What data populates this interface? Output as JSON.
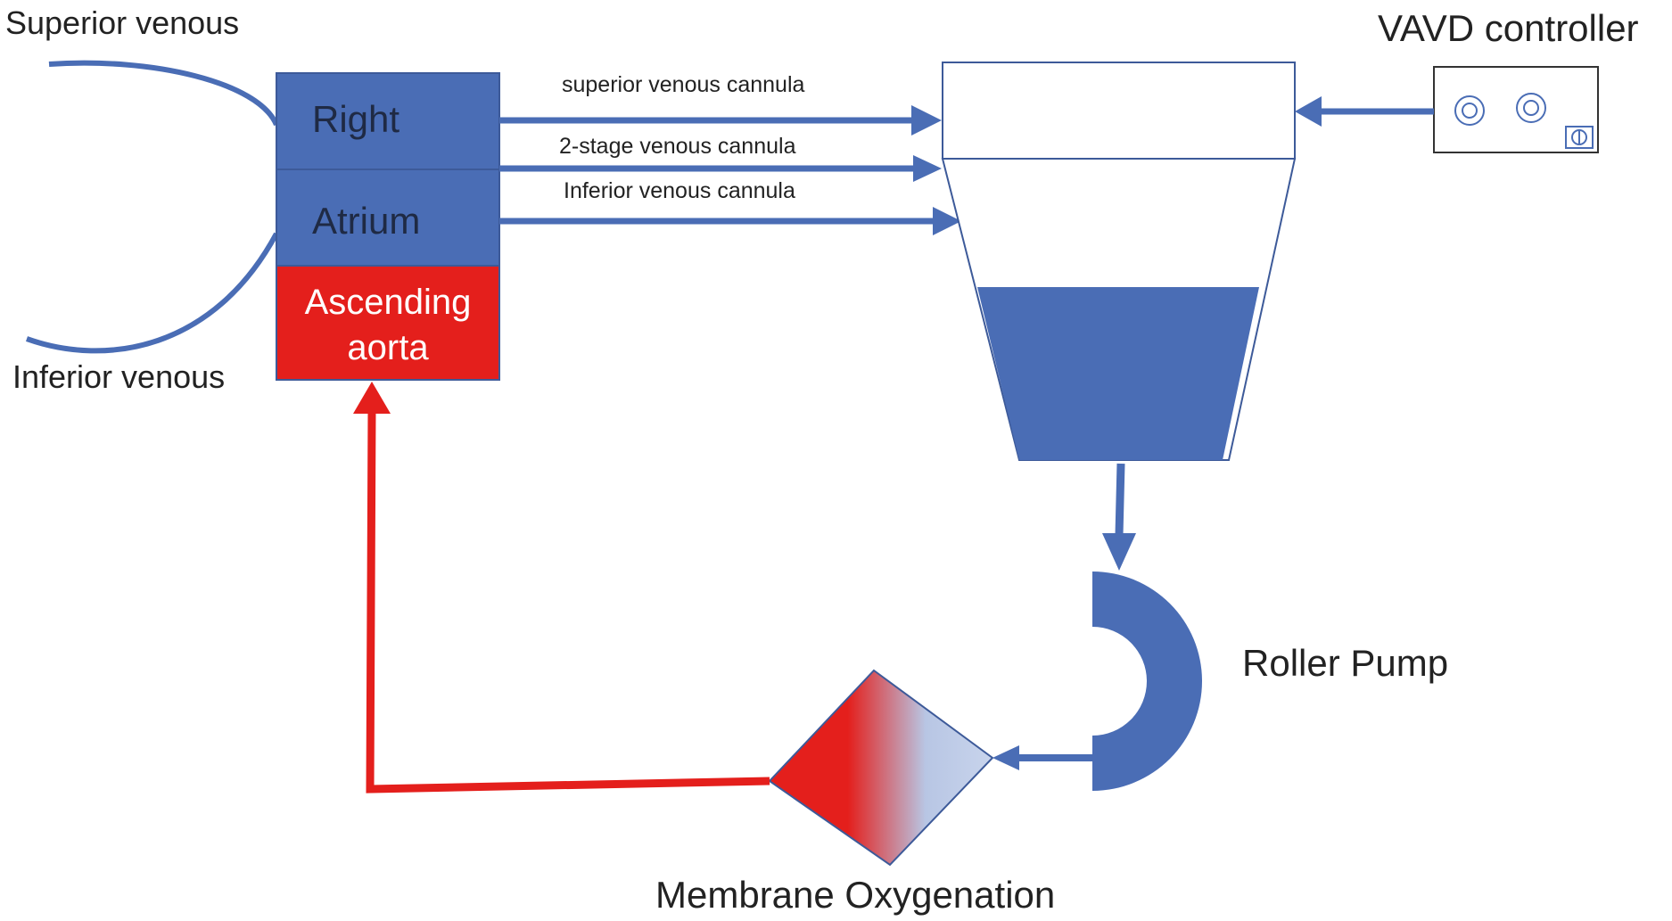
{
  "labels": {
    "superior_venous": "Superior venous",
    "inferior_venous": "Inferior venous",
    "right": "Right",
    "atrium": "Atrium",
    "ascending_line1": "Ascending",
    "ascending_line2": "aorta",
    "superior_cannula": "superior venous cannula",
    "two_stage_cannula": "2-stage venous cannula",
    "inferior_cannula": "Inferior venous cannula",
    "vavd_controller": "VAVD controller",
    "roller_pump": "Roller Pump",
    "membrane_oxygenation": "Membrane Oxygenation"
  },
  "colors": {
    "venous_blue": "#4a6db5",
    "arterial_red": "#e41f1c",
    "outline": "#3d5a99",
    "oxygenator_light": "#c8d4ec",
    "text": "#222222",
    "controller_border": "#333333"
  },
  "icons": {
    "controller_knobs": "double-circle-knob",
    "controller_switch": "power-switch"
  }
}
